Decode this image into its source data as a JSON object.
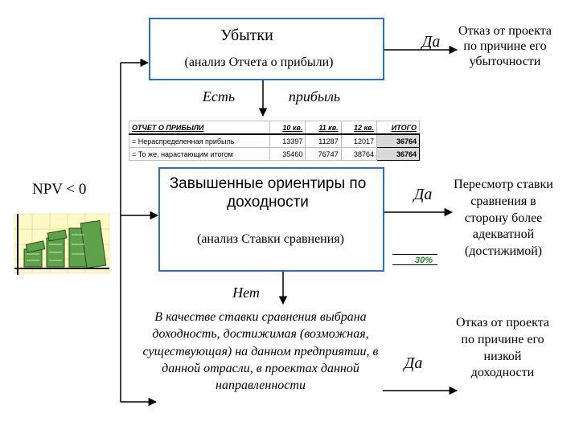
{
  "colors": {
    "box_border": "#2b6fc0",
    "pct_text": "#1f8a2a"
  },
  "box1": {
    "title": "Убытки",
    "subtitle": "(анализ Отчета о прибыли)"
  },
  "labels": {
    "est": "Есть",
    "pribyl": "прибыль",
    "npv": "NPV  < 0",
    "net": "Нет"
  },
  "table": {
    "headers": [
      "ОТЧЕТ О ПРИБЫЛИ",
      "10 кв.",
      "11 кв.",
      "12 кв.",
      "ИТОГО"
    ],
    "rows": [
      [
        "= Нераспределенная прибыль",
        "13397",
        "11287",
        "12017",
        "36764"
      ],
      [
        "= То же, нарастающим итогом",
        "35460",
        "76747",
        "38764",
        "36764"
      ]
    ]
  },
  "box2": {
    "title": "Завышенные ориентиры по доходности",
    "subtitle": "(анализ Ставки сравнения)"
  },
  "pct": "30%",
  "box3_text": "В качестве ставки сравнения выбрана доходность, достижимая (возможная, существующая) на данном предприятии, в данной отрасли, в проектах данной направленности",
  "yes": [
    "Да",
    "Да",
    "Да"
  ],
  "outcomes": [
    "Отказ от проекта по причине его убыточности",
    "Пересмотр ставки сравнения в сторону более адекватной (достижимой)",
    "Отказ от проекта по причине его низкой доходности"
  ]
}
